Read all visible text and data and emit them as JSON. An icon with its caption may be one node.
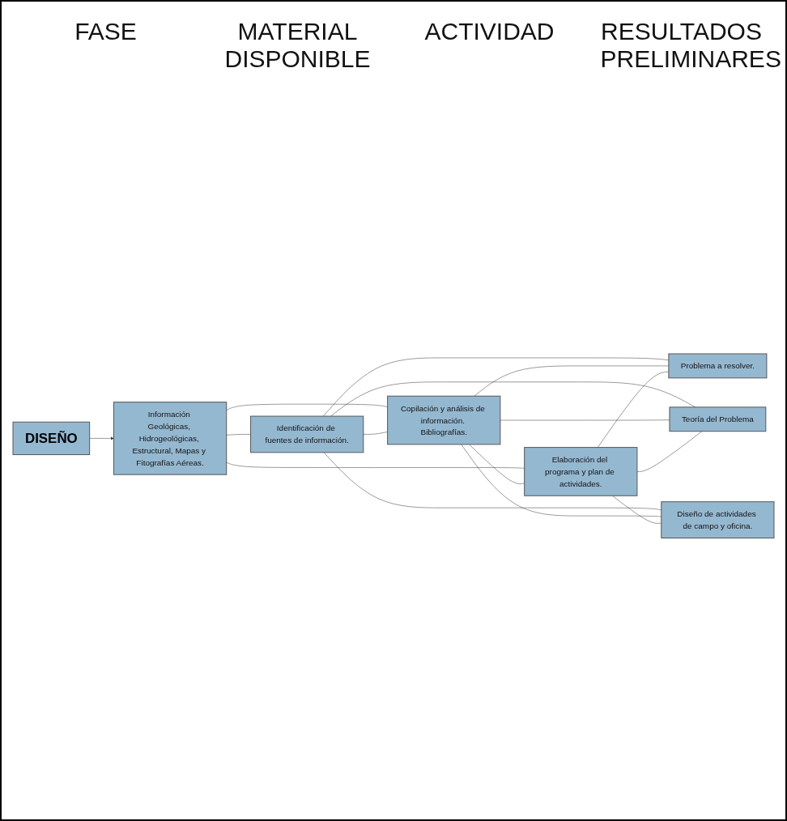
{
  "diagram": {
    "nodes": [
      {
        "text": [
          "DISEÑO"
        ]
      },
      {
        "text": [
          "Información Geológicas, Hidrogeológicas, Estructural, Mapas y Fitografías Aéreas."
        ]
      },
      {
        "text": [
          "Identificación de fuentes de información."
        ]
      },
      {
        "text": [
          "Copilación y análisis de información. Bibliografías."
        ]
      },
      {
        "text": [
          "Elaboración del programa y plan de actividades."
        ]
      },
      {
        "text": [
          "Problema a resolver."
        ]
      },
      {
        "text": [
          "Teoría del Problema"
        ]
      },
      {
        "text": [
          "Diseño de actividades de campo y oficina."
        ]
      }
    ],
    "edges": [
      {
        "from": 0,
        "to": 1,
        "arrow": "to"
      },
      {
        "from": 1,
        "to": 2,
        "arrow": "none"
      },
      {
        "from": 1,
        "to": 3,
        "arrow": "none"
      },
      {
        "from": 1,
        "to": 4,
        "arrow": "none"
      },
      {
        "from": 2,
        "to": 3,
        "arrow": "none"
      },
      {
        "from": 3,
        "to": 4,
        "arrow": "none"
      },
      {
        "from": 2,
        "to": 5,
        "arrow": "none"
      },
      {
        "from": 2,
        "to": 6,
        "arrow": "none"
      },
      {
        "from": 2,
        "to": 7,
        "arrow": "none"
      },
      {
        "from": 3,
        "to": 5,
        "arrow": "none"
      },
      {
        "from": 3,
        "to": 6,
        "arrow": "none"
      },
      {
        "from": 3,
        "to": 7,
        "arrow": "none"
      },
      {
        "from": 4,
        "to": 5,
        "arrow": "none"
      },
      {
        "from": 4,
        "to": 6,
        "arrow": "none"
      },
      {
        "from": 4,
        "to": 7,
        "arrow": "none"
      }
    ],
    "labels": [
      "FASE",
      "MATERIAL DISPONIBLE",
      "ACTIVIDAD",
      "RESULTADOS PRELIMINARES"
    ]
  }
}
